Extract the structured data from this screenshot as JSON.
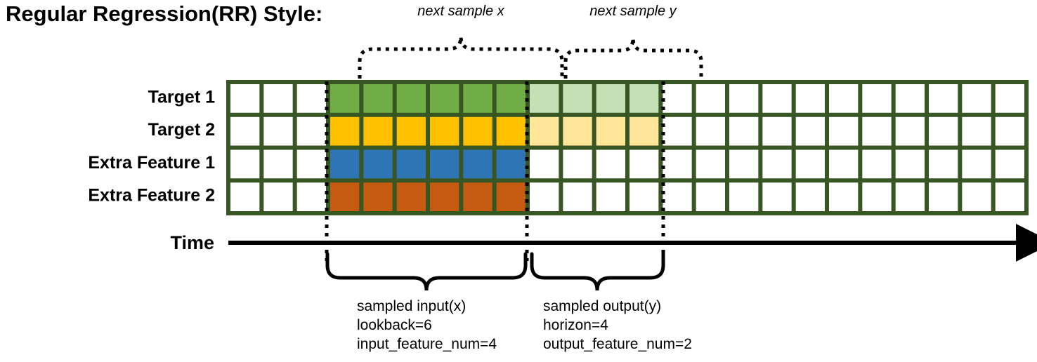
{
  "title": "Regular Regression(RR) Style:",
  "row_labels": [
    {
      "name": "target-1",
      "label": "Target 1"
    },
    {
      "name": "target-2",
      "label": "Target 2"
    },
    {
      "name": "extra-feature-1",
      "label": "Extra Feature 1"
    },
    {
      "name": "extra-feature-2",
      "label": "Extra Feature 2"
    }
  ],
  "axis": {
    "label": "Time",
    "arrow": "right-arrow-icon"
  },
  "top_braces": [
    {
      "name": "next-sample-x",
      "label": "next sample x"
    },
    {
      "name": "next-sample-y",
      "label": "next sample y"
    }
  ],
  "bottom_captions": [
    {
      "name": "sampled-input",
      "lines": [
        "sampled input(x)",
        "lookback=6",
        "input_feature_num=4"
      ]
    },
    {
      "name": "sampled-output",
      "lines": [
        "sampled output(y)",
        "horizon=4",
        "output_feature_num=2"
      ]
    }
  ],
  "colors": {
    "grid_border": "#375623",
    "target1": "#70ad47",
    "target1_faded": "#c5e0b4",
    "target2": "#ffc000",
    "target2_faded": "#ffe699",
    "extra1": "#2e75b6",
    "extra2": "#c55a11",
    "empty": "#ffffff",
    "ink": "#000000"
  },
  "grid": {
    "columns": 24,
    "rows": 4,
    "input_start_col": 3,
    "input_end_col": 9,
    "output_start_col": 9,
    "output_end_col": 13,
    "lookback": 6,
    "horizon": 4,
    "input_feature_num": 4,
    "output_feature_num": 2,
    "cells": [
      [
        "empty",
        "empty",
        "empty",
        "target1",
        "target1",
        "target1",
        "target1",
        "target1",
        "target1",
        "target1_faded",
        "target1_faded",
        "target1_faded",
        "target1_faded",
        "empty",
        "empty",
        "empty",
        "empty",
        "empty",
        "empty",
        "empty",
        "empty",
        "empty",
        "empty",
        "empty"
      ],
      [
        "empty",
        "empty",
        "empty",
        "target2",
        "target2",
        "target2",
        "target2",
        "target2",
        "target2",
        "target2_faded",
        "target2_faded",
        "target2_faded",
        "target2_faded",
        "empty",
        "empty",
        "empty",
        "empty",
        "empty",
        "empty",
        "empty",
        "empty",
        "empty",
        "empty",
        "empty"
      ],
      [
        "empty",
        "empty",
        "empty",
        "extra1",
        "extra1",
        "extra1",
        "extra1",
        "extra1",
        "extra1",
        "empty",
        "empty",
        "empty",
        "empty",
        "empty",
        "empty",
        "empty",
        "empty",
        "empty",
        "empty",
        "empty",
        "empty",
        "empty",
        "empty",
        "empty"
      ],
      [
        "empty",
        "empty",
        "empty",
        "extra2",
        "extra2",
        "extra2",
        "extra2",
        "extra2",
        "extra2",
        "empty",
        "empty",
        "empty",
        "empty",
        "empty",
        "empty",
        "empty",
        "empty",
        "empty",
        "empty",
        "empty",
        "empty",
        "empty",
        "empty",
        "empty"
      ]
    ]
  }
}
